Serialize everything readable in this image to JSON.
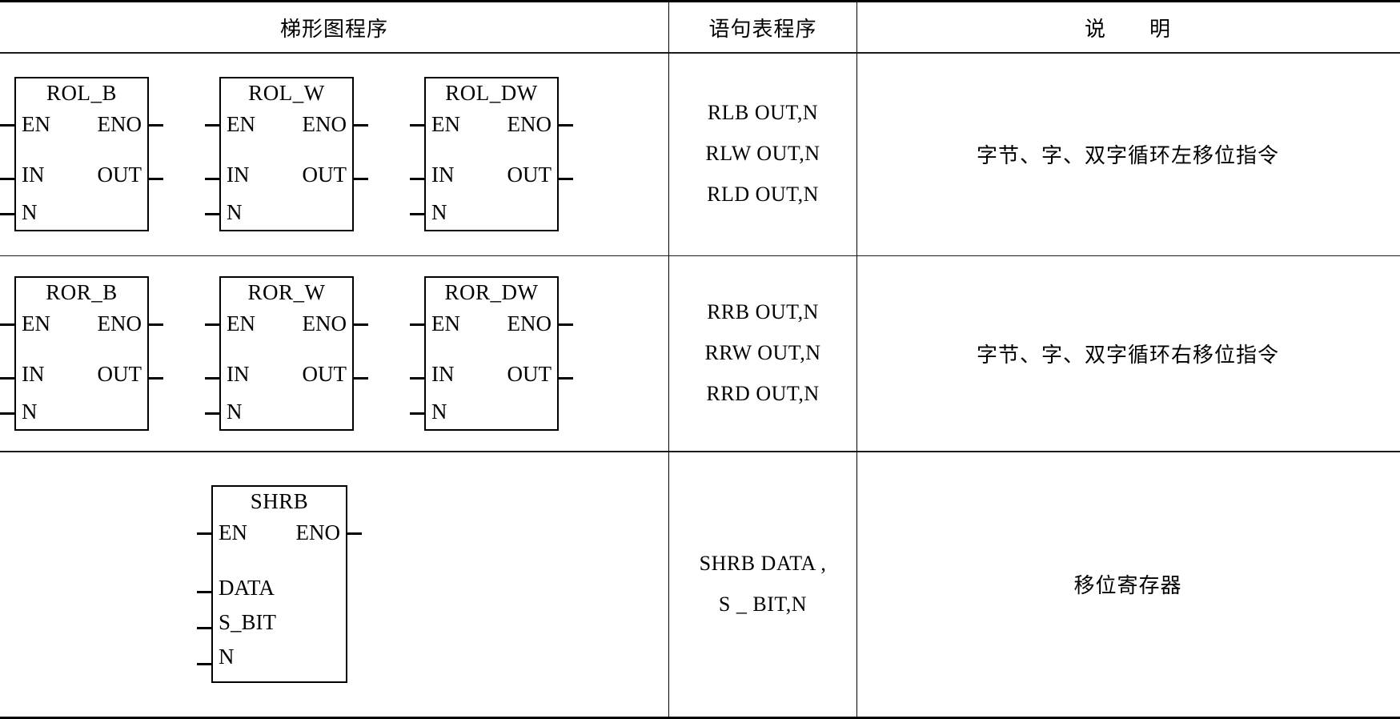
{
  "table": {
    "headers": {
      "ladder": "梯形图程序",
      "statement": "语句表程序",
      "description": "说　　明"
    },
    "rows": [
      {
        "id": "rotate-left",
        "blocks": [
          {
            "title": "ROL_B",
            "left_pins": [
              "EN",
              "IN",
              "N"
            ],
            "right_pins": [
              "ENO",
              "OUT"
            ]
          },
          {
            "title": "ROL_W",
            "left_pins": [
              "EN",
              "IN",
              "N"
            ],
            "right_pins": [
              "ENO",
              "OUT"
            ]
          },
          {
            "title": "ROL_DW",
            "left_pins": [
              "EN",
              "IN",
              "N"
            ],
            "right_pins": [
              "ENO",
              "OUT"
            ]
          }
        ],
        "statements": [
          "RLB OUT,N",
          "RLW OUT,N",
          "RLD OUT,N"
        ],
        "description": "字节、字、双字循环左移位指令"
      },
      {
        "id": "rotate-right",
        "blocks": [
          {
            "title": "ROR_B",
            "left_pins": [
              "EN",
              "IN",
              "N"
            ],
            "right_pins": [
              "ENO",
              "OUT"
            ]
          },
          {
            "title": "ROR_W",
            "left_pins": [
              "EN",
              "IN",
              "N"
            ],
            "right_pins": [
              "ENO",
              "OUT"
            ]
          },
          {
            "title": "ROR_DW",
            "left_pins": [
              "EN",
              "IN",
              "N"
            ],
            "right_pins": [
              "ENO",
              "OUT"
            ]
          }
        ],
        "statements": [
          "RRB OUT,N",
          "RRW OUT,N",
          "RRD OUT,N"
        ],
        "description": "字节、字、双字循环右移位指令"
      },
      {
        "id": "shift-register",
        "blocks": [
          {
            "title": "SHRB",
            "left_pins": [
              "EN",
              "DATA",
              "S_BIT",
              "N"
            ],
            "right_pins": [
              "ENO"
            ]
          }
        ],
        "statements": [
          "SHRB DATA ,",
          "S _ BIT,N"
        ],
        "description": "移位寄存器"
      }
    ]
  }
}
